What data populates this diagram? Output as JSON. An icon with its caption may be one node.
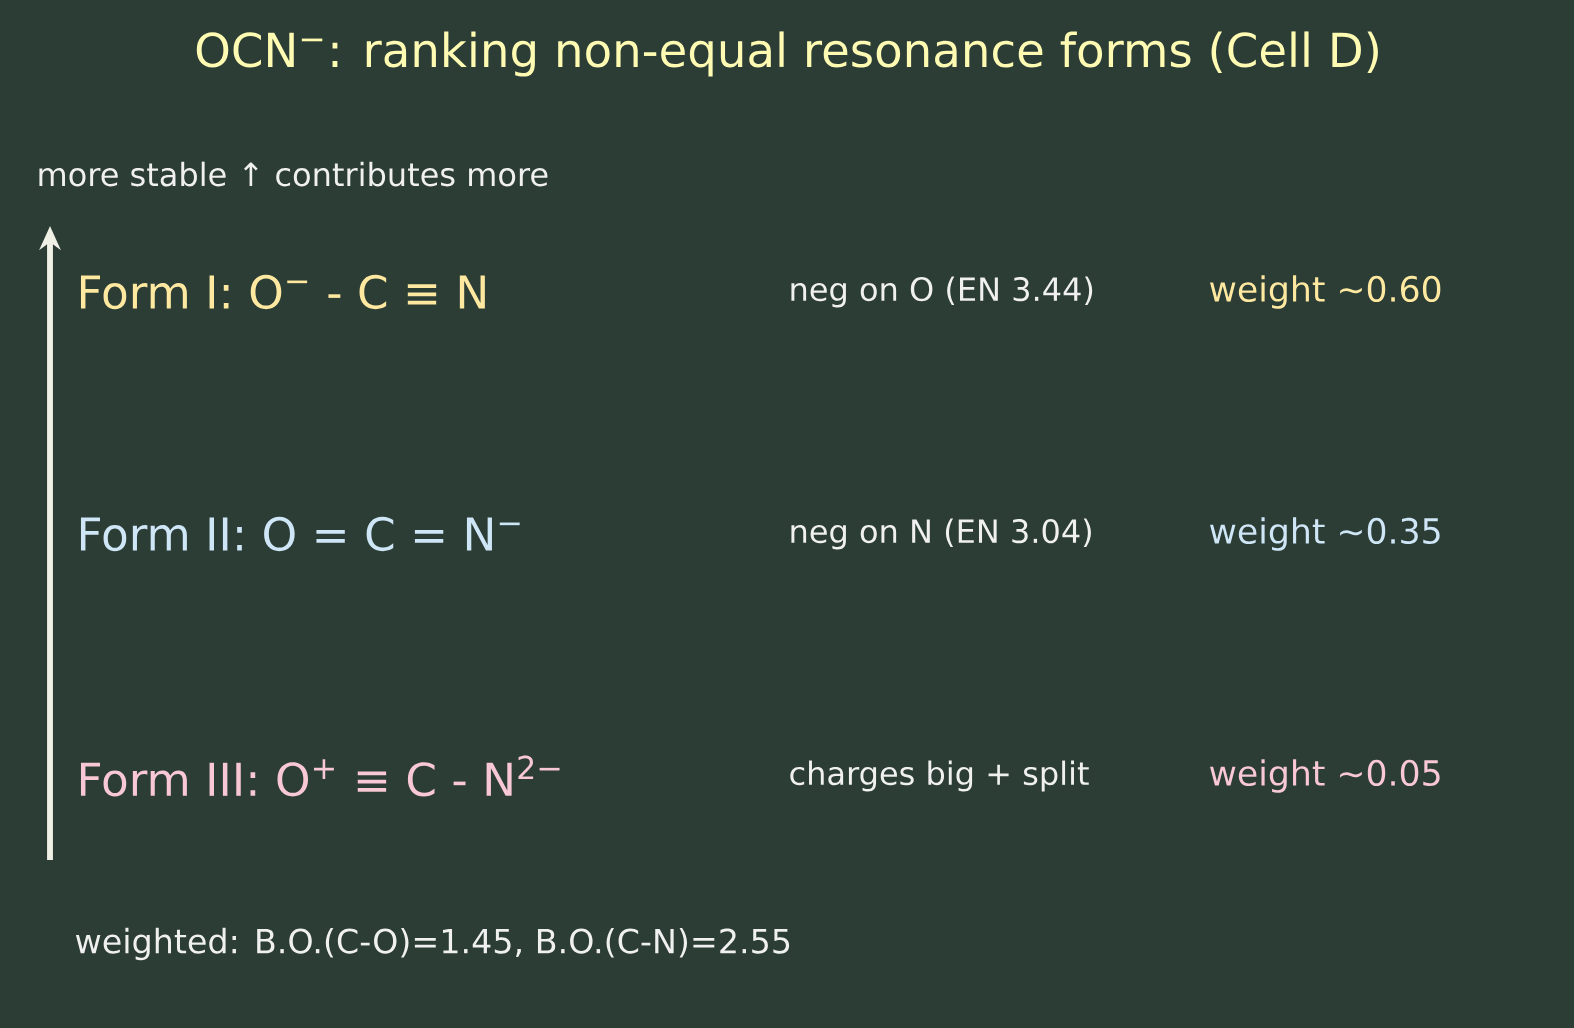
{
  "diagram": {
    "title": "OCN$^{−}$: ranking non-equal resonance forms (Cell D)",
    "labels": [
      "more stable  ↑  contributes more",
      "Form I:  O$^{−}$ - C ≡ N",
      "neg on O (EN 3.44)",
      "weight ~0.60",
      "Form II:  O = C = N$^{−}$",
      "neg on N (EN 3.04)",
      "weight ~0.35",
      "Form III:  O$^{+}$ ≡ C - N$^{2−}$",
      "charges big + split",
      "weight ~0.05",
      "weighted:  B.O.(C-O)=1.45,  B.O.(C-N)=2.55"
    ]
  }
}
